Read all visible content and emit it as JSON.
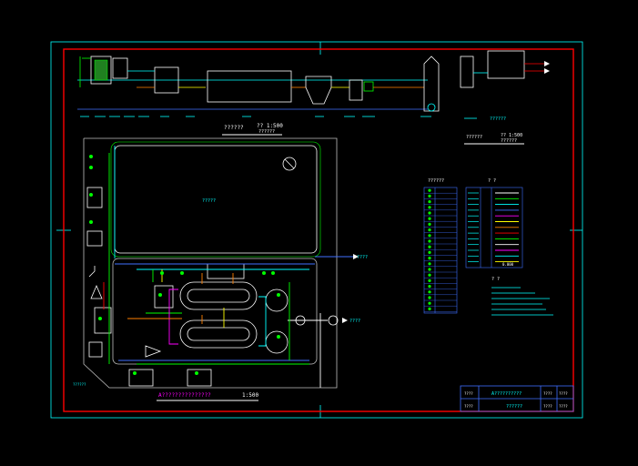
{
  "drawing": {
    "title_block": {
      "project_label": "A??????????",
      "drawing_label": "??????",
      "cells": [
        "????",
        "????",
        "????",
        "????",
        "????",
        "????"
      ]
    },
    "plan_title": "A???????????????",
    "plan_scale": "1:500",
    "profile_title": "??????",
    "profile_scale": "?? 1:500",
    "profile_subtitle": "??????",
    "small_title": "??????",
    "small_scale": "?? 1:500",
    "small_subtitle": "??????",
    "legend_title": "??????",
    "pipe_legend_title": "? ?",
    "notes_title": "? ?",
    "pool_label": "?????",
    "dose_label": "0.000",
    "outlet_label": "????",
    "left_label": "??????"
  },
  "colors": {
    "frame": "#ff0000",
    "outline": "#c0c0c0",
    "process": "#ffffff",
    "pipe_green": "#00ff00",
    "pipe_cyan": "#00ffff",
    "pipe_blue": "#3f6fff",
    "pipe_magenta": "#ff00ff",
    "pipe_yellow": "#ffff00",
    "pipe_orange": "#ff8000"
  }
}
